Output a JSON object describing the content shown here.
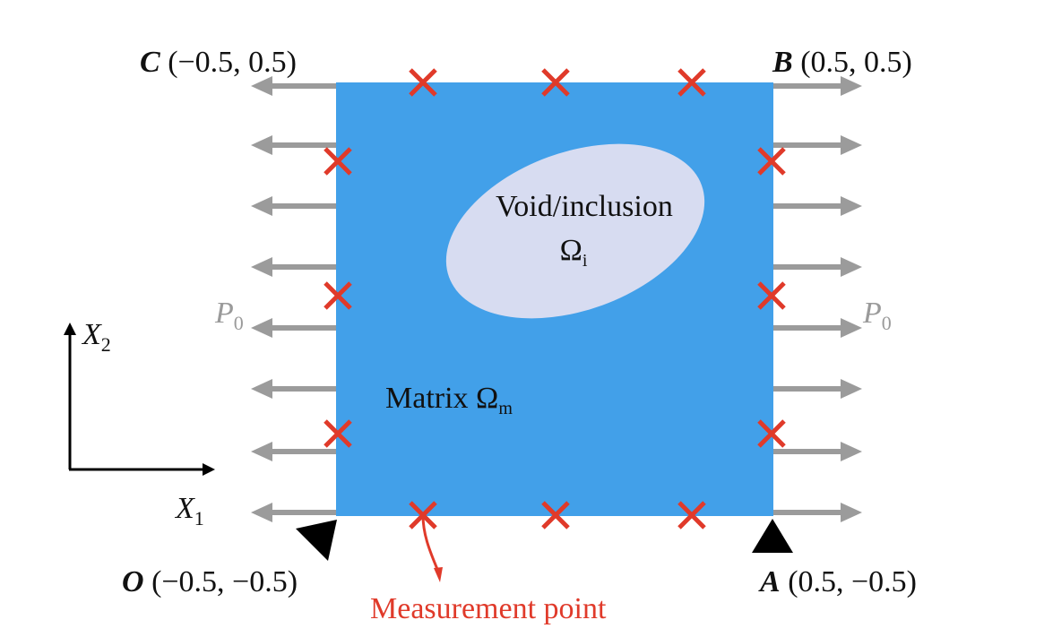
{
  "corners": {
    "C": {
      "letter": "C",
      "coords": " (−0.5, 0.5)"
    },
    "B": {
      "letter": "B",
      "coords": " (0.5, 0.5)"
    },
    "O": {
      "letter": "O",
      "coords": " (−0.5, −0.5)"
    },
    "A": {
      "letter": "A",
      "coords": " (0.5, −0.5)"
    }
  },
  "inclusion": {
    "label": "Void/inclusion",
    "symbol": "Ω",
    "subscript": "i"
  },
  "matrix": {
    "label": "Matrix ",
    "symbol": "Ω",
    "subscript": "m"
  },
  "load": {
    "symbol": "P",
    "subscript": "0"
  },
  "axes": {
    "x1": "X",
    "x1_sub": "1",
    "x2": "X",
    "x2_sub": "2"
  },
  "measurement": {
    "label": "Measurement point"
  },
  "colors": {
    "matrix": "#42a0e9",
    "inclusion": "#d7dcf1",
    "arrow": "#9b9b9b",
    "marker": "#e03a2a",
    "support": "#000000"
  }
}
